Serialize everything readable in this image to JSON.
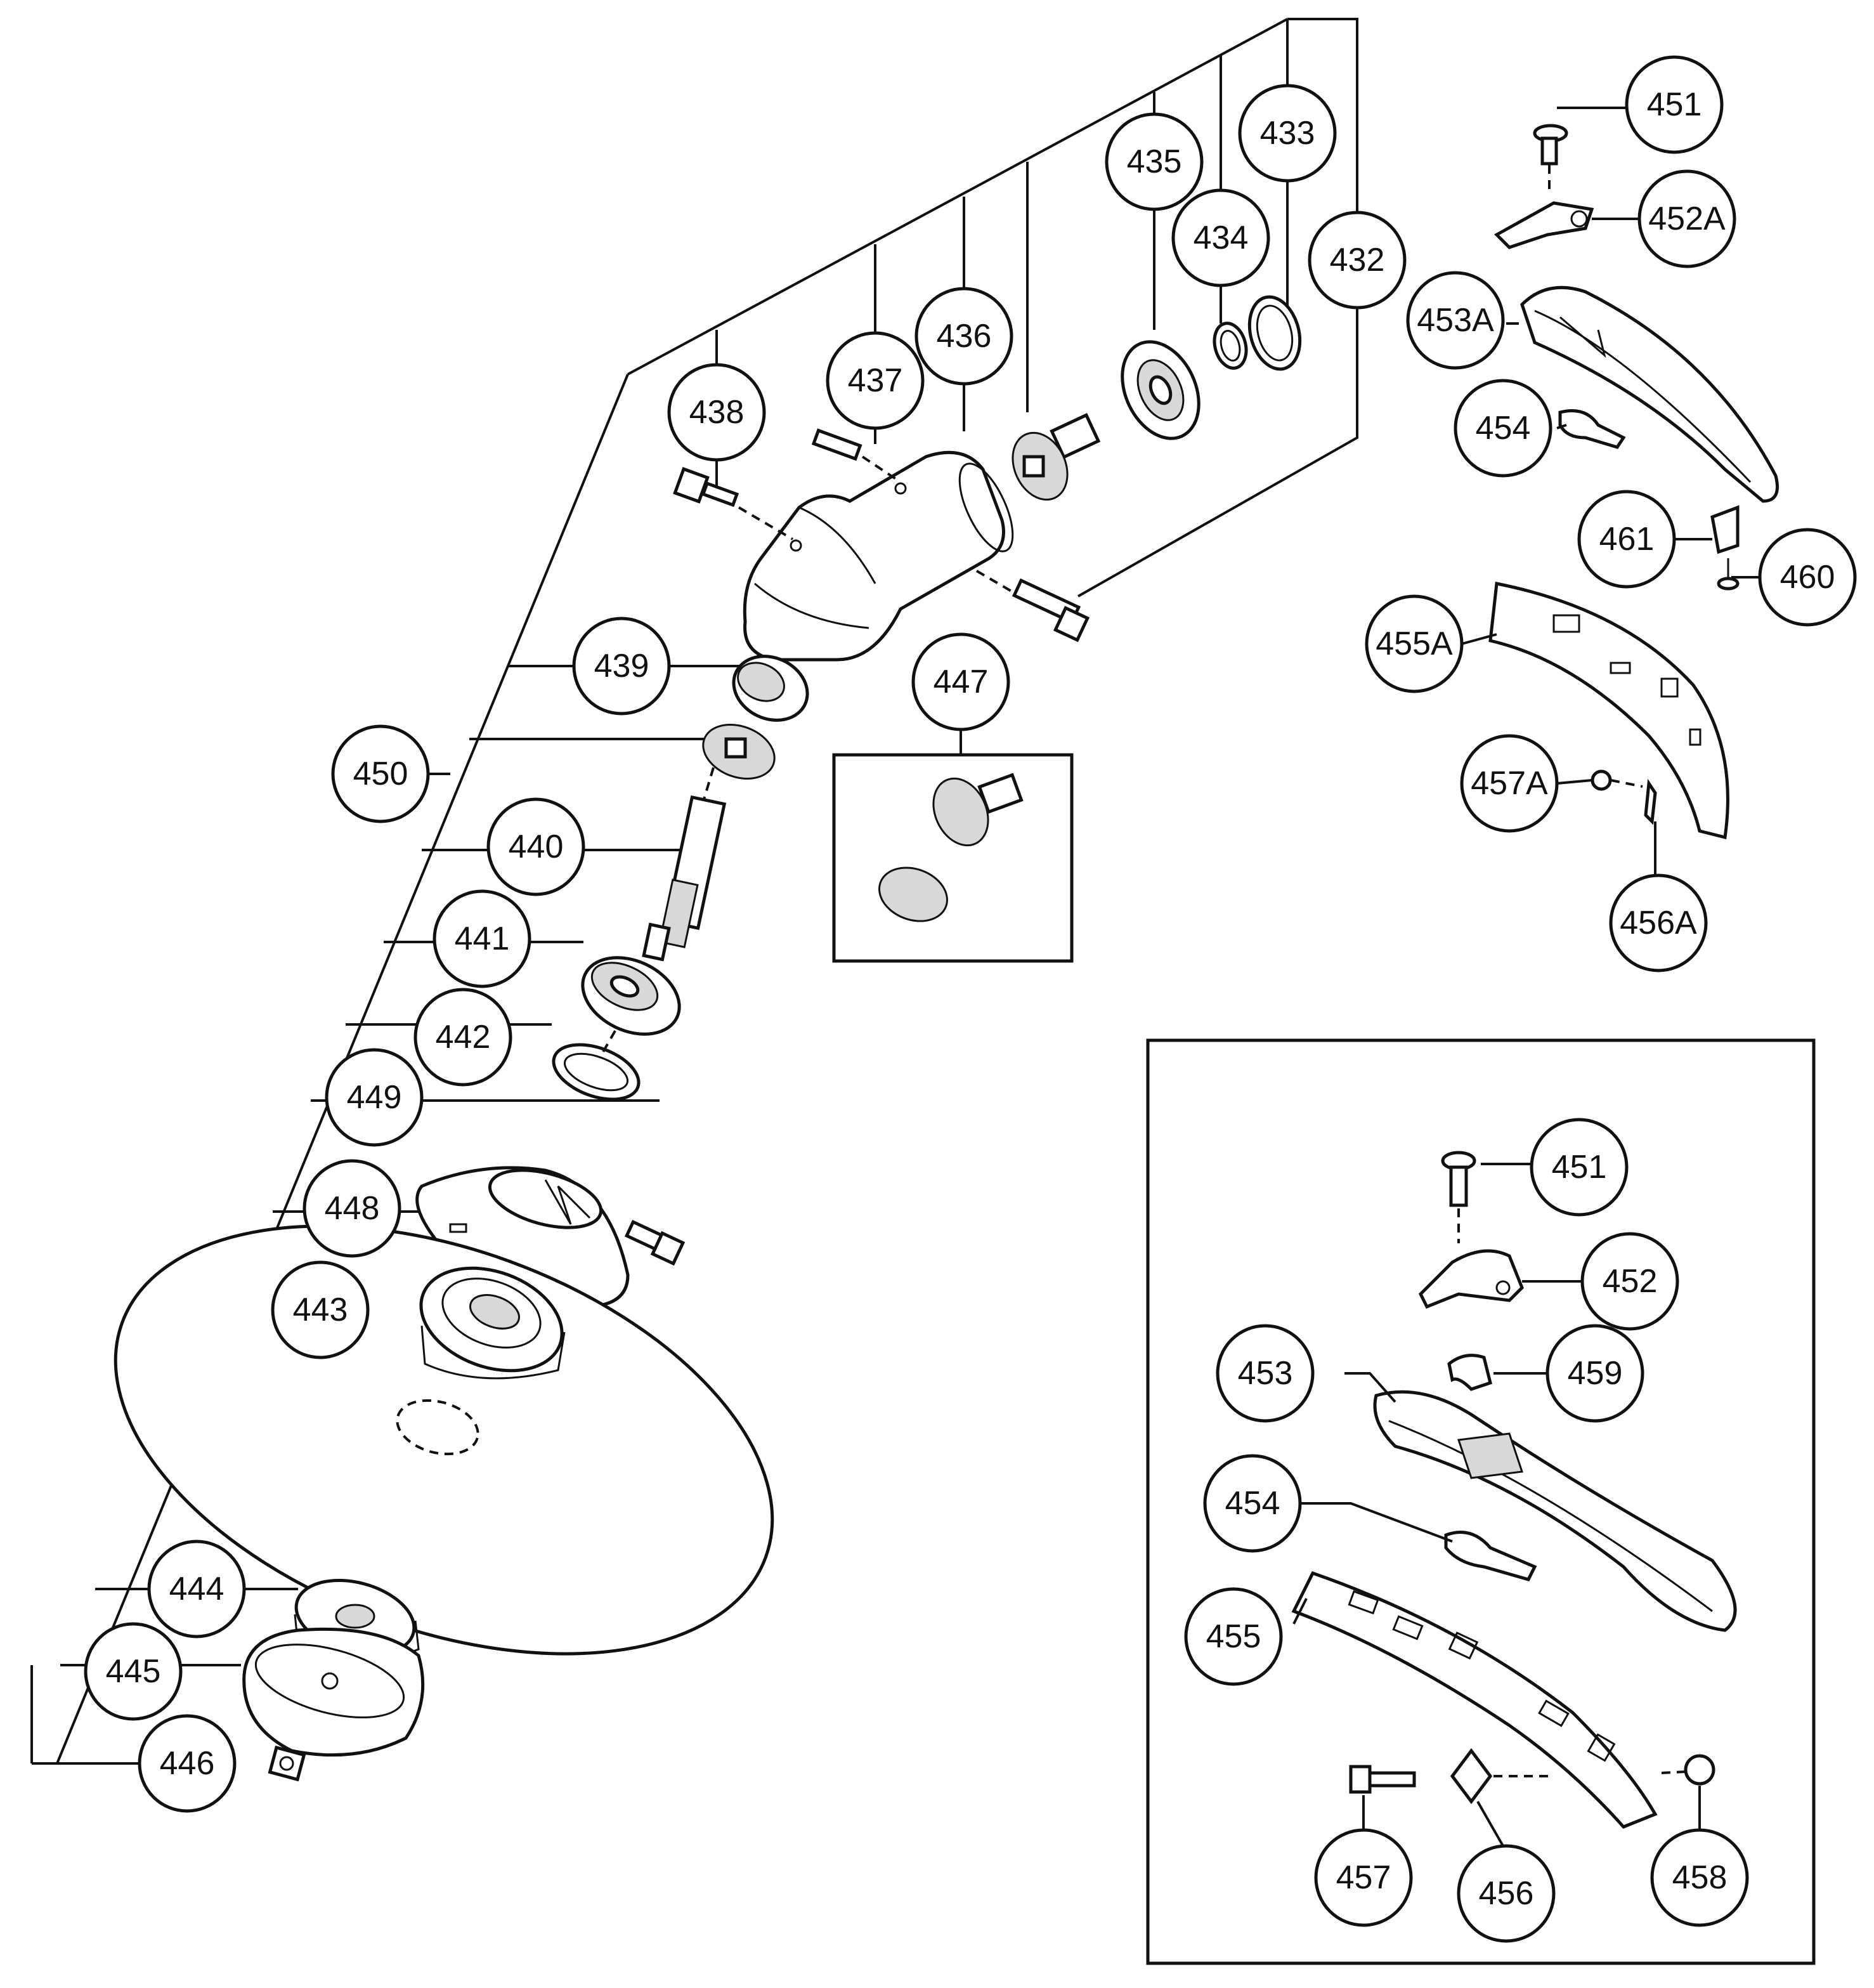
{
  "callouts": {
    "c432": "432",
    "c433": "433",
    "c434": "434",
    "c435": "435",
    "c436": "436",
    "c437": "437",
    "c438": "438",
    "c439": "439",
    "c440": "440",
    "c441": "441",
    "c442": "442",
    "c443": "443",
    "c444": "444",
    "c445": "445",
    "c446": "446",
    "c447": "447",
    "c448": "448",
    "c449": "449",
    "c450": "450",
    "c451a": "451",
    "c452a": "452A",
    "c453a": "453A",
    "c454a": "454",
    "c455a": "455A",
    "c456a": "456A",
    "c457a": "457A",
    "c460": "460",
    "c461": "461",
    "c451": "451",
    "c452": "452",
    "c453": "453",
    "c454": "454",
    "c455": "455",
    "c456": "456",
    "c457": "457",
    "c458": "458",
    "c459": "459"
  }
}
